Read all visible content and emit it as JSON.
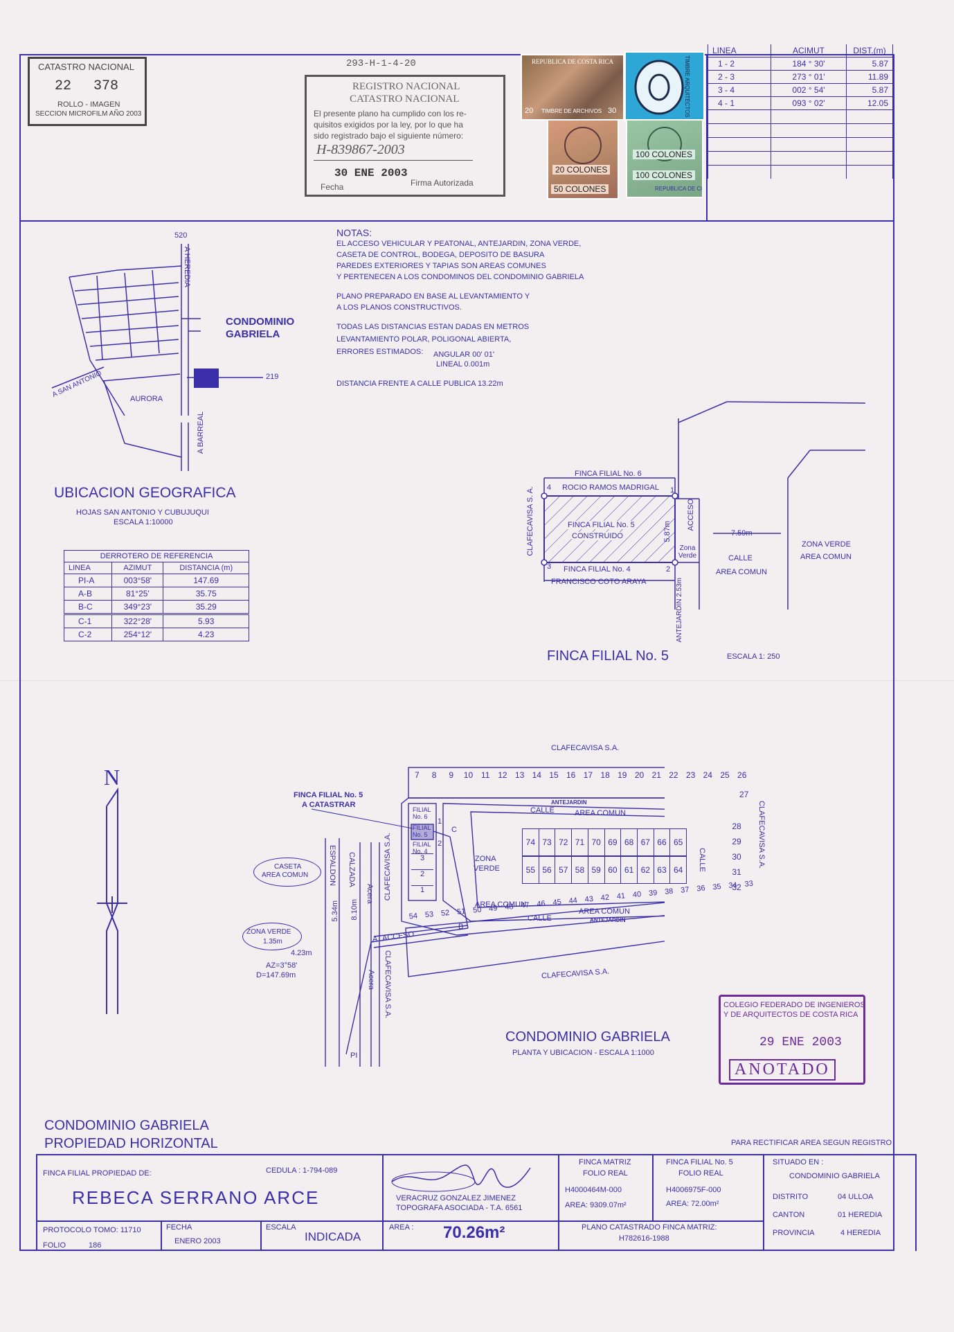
{
  "catastro": {
    "title": "CATASTRO NACIONAL",
    "number_left": "22",
    "number_right": "378",
    "rollo": "ROLLO - IMAGEN",
    "seccion": "SECCION MICROFILM AÑO 2003"
  },
  "registro_stamp": {
    "top_ref": "293-H-1-4-20",
    "line1": "REGISTRO NACIONAL",
    "line2": "CATASTRO NACIONAL",
    "body": [
      "El presente plano ha cumplido con los re-",
      "quisitos exigidos por la ley, por lo que ha",
      "sido registrado bajo el siguiente número:"
    ],
    "reg_number": "H-839867-2003",
    "date": "30 ENE 2003",
    "fecha_label": "Fecha",
    "firma_label": "Firma Autorizada"
  },
  "timbres": {
    "t1_title": "REPUBLICA DE COSTA RICA",
    "t1_sub": "TIMBRE DE ARCHIVOS",
    "t1_left": "20",
    "t1_right": "30",
    "t2_text": "TIMBRE ARQUITECTOS 50 COLONES",
    "t3_value": "20 COLONES",
    "t3_value2": "50 COLONES",
    "t4_value": "100 COLONES",
    "t4_value2": "100 COLONES",
    "t4_text": "REPUBLICA DE COSTA RICA"
  },
  "linea_table": {
    "headers": [
      "LINEA",
      "ACIMUT",
      "DIST.(m)"
    ],
    "rows": [
      [
        "1 - 2",
        "184 ° 30'",
        "5.87"
      ],
      [
        "2 - 3",
        "273 ° 01'",
        "11.89"
      ],
      [
        "3 - 4",
        "002 ° 54'",
        "5.87"
      ],
      [
        "4 - 1",
        "093 ° 02'",
        "12.05"
      ],
      [
        "",
        "",
        ""
      ],
      [
        "",
        "",
        ""
      ],
      [
        "",
        "",
        ""
      ],
      [
        "",
        "",
        ""
      ],
      [
        "",
        "",
        ""
      ]
    ]
  },
  "notas": {
    "title": "NOTAS:",
    "p1": [
      "EL ACCESO VEHICULAR Y PEATONAL, ANTEJARDIN, ZONA VERDE,",
      "CASETA DE CONTROL,   BODEGA, DEPOSITO DE BASURA",
      "PAREDES EXTERIORES Y TAPIAS SON AREAS COMUNES",
      "Y PERTENECEN A LOS CONDOMINOS DEL CONDOMINIO GABRIELA"
    ],
    "p2": [
      "PLANO PREPARADO EN BASE AL LEVANTAMIENTO Y",
      "A LOS PLANOS CONSTRUCTIVOS."
    ],
    "p3": [
      "TODAS LAS DISTANCIAS ESTAN DADAS EN METROS",
      "LEVANTAMIENTO POLAR, POLIGONAL ABIERTA,"
    ],
    "errores_label": "ERRORES ESTIMADOS:",
    "angular": "ANGULAR 00' 01'",
    "lineal": "LINEAL 0.001m",
    "p4": "DISTANCIA FRENTE A CALLE PUBLICA 13.22m"
  },
  "ubicacion": {
    "n520": "520",
    "heredia": "A HEREDIA",
    "condominio": "CONDOMINIO",
    "gabriela": "GABRIELA",
    "n219": "219",
    "san_antonio": "A SAN ANTONIO",
    "aurora": "AURORA",
    "barreal": "A BARREAL",
    "title": "UBICACION GEOGRAFICA",
    "hojas": "HOJAS SAN ANTONIO Y CUBUJUQUI",
    "escala": "ESCALA 1:10000"
  },
  "derrotero": {
    "title": "DERROTERO DE REFERENCIA",
    "headers": [
      "LINEA",
      "AZIMUT",
      "DISTANCIA (m)"
    ],
    "rows": [
      [
        "PI-A",
        "003°58'",
        "147.69"
      ],
      [
        "A-B",
        "81°25'",
        "35.75"
      ],
      [
        "B-C",
        "349°23'",
        "35.29"
      ],
      [
        "C-1",
        "322°28'",
        "5.93"
      ],
      [
        "C-2",
        "254°12'",
        "4.23"
      ]
    ]
  },
  "finca_filial": {
    "f6_line1": "FINCA FILIAL No. 6",
    "f6_line2": "ROCIO RAMOS MADRIGAL",
    "f5_line1": "FINCA FILIAL No. 5",
    "f5_line2": "CONSTRUIDO",
    "f4_line1": "FINCA FILIAL No. 4",
    "f4_line2": "FRANCISCO COTO ARAYA",
    "clafecavisa": "CLAFECAVISA S. A.",
    "d587": "5.87m",
    "acceso": "ACCESO",
    "zona_verde": "Zona Verde",
    "antejardin": "ANTEJARDIN 2.53m",
    "d759": "7.59m",
    "calle": "CALLE",
    "area_comun": "AREA COMUN",
    "zona_verde2": "ZONA VERDE",
    "area_comun2": "AREA COMUN",
    "p1": "1",
    "p2": "2",
    "p3": "3",
    "p4": "4",
    "title": "FINCA FILIAL No. 5",
    "escala": "ESCALA 1: 250"
  },
  "condominio_plan": {
    "clafecavisa_top": "CLAFECAVISA S.A.",
    "top_lots": [
      "7",
      "8",
      "9",
      "10",
      "11",
      "12",
      "13",
      "14",
      "15",
      "16",
      "17",
      "18",
      "19",
      "20",
      "21",
      "22",
      "23",
      "24",
      "25",
      "26"
    ],
    "lot27": "27",
    "right_lots": [
      "28",
      "29",
      "30",
      "31",
      "32"
    ],
    "row_upper": [
      "74",
      "73",
      "72",
      "71",
      "70",
      "69",
      "68",
      "67",
      "66",
      "65"
    ],
    "row_lower": [
      "55",
      "56",
      "57",
      "58",
      "59",
      "60",
      "61",
      "62",
      "63",
      "64"
    ],
    "bottom_lots": [
      "54",
      "53",
      "52",
      "51",
      "50",
      "49",
      "48",
      "47",
      "46",
      "45",
      "44",
      "43",
      "42",
      "41",
      "40",
      "39",
      "38",
      "37",
      "36",
      "35",
      "34",
      "33"
    ],
    "left_lots": [
      "3",
      "2",
      "1"
    ],
    "filial6": "FILIAL No. 6",
    "filial5": "FILIAL No. 5",
    "filial4": "FILIAL No. 4",
    "finca_catastrar1": "FINCA FILIAL No. 5",
    "finca_catastrar2": "A CATASTRAR",
    "antejardin_top": "ANTEJARDIN",
    "calle_top": "CALLE",
    "area_comun_top": "AREA COMUN",
    "zona_verde": "ZONA",
    "zona_verde2": "VERDE",
    "calle_right": "CALLE",
    "area_comun_bl": "AREA COMUN",
    "calle_bottom": "CALLE",
    "area_comun_bottom": "AREA COMUN",
    "antejardin_bottom": "ANTEJARDIN",
    "clafecavisa_right": "CLAFECAVISA S.A.",
    "clafecavisa_bottom": "CLAFECAVISA S.A.",
    "clafecavisa_left": "CLAFECAVISA S.A.",
    "clafecavisa_vert": "CLAFECAVISA S.A.",
    "espaldon": "ESPALDON",
    "calzada": "CALZADA",
    "acera": "Acera",
    "acera2": "Acera",
    "d534": "5.34m",
    "d810": "8.10m",
    "caseta1": "CASETA",
    "caseta2": "AREA COMUN",
    "zv1": "ZONA VERDE",
    "zv2": "1.35m",
    "d423": "4.23m",
    "az": "AZ=3°58'",
    "dist": "D=147.69m",
    "acceso": "ACCESO",
    "pA": "A",
    "pB": "B",
    "pC": "C",
    "pPI": "PI",
    "c1": "1",
    "c2": "2",
    "north": "N",
    "title": "CONDOMINIO GABRIELA",
    "subtitle": "PLANTA Y UBICACION  -  ESCALA 1:1000"
  },
  "colegio_stamp": {
    "line1": "COLEGIO FEDERADO DE INGENIEROS",
    "line2": "Y DE ARQUITECTOS DE COSTA RICA",
    "date": "29 ENE 2003",
    "anotado": "ANOTADO"
  },
  "title_block": {
    "name1": "CONDOMINIO GABRIELA",
    "name2": "PROPIEDAD HORIZONTAL",
    "rectificar": "PARA RECTIFICAR AREA SEGUN REGISTRO",
    "propiedad_label": "FINCA FILIAL PROPIEDAD DE:",
    "cedula": "CEDULA : 1-794-089",
    "owner": "REBECA SERRANO ARCE",
    "topo1": "VERACRUZ GONZALEZ JIMENEZ",
    "topo2": "TOPOGRAFA ASOCIADA  -  T.A. 6561",
    "matriz_title1": "FINCA MATRIZ",
    "matriz_title2": "FOLIO REAL",
    "matriz_folio": "H4000464M-000",
    "matriz_area": "AREA: 9309.07m²",
    "filial_title1": "FINCA FILIAL No. 5",
    "filial_title2": "FOLIO REAL",
    "filial_folio": "H4006975F-000",
    "filial_area": "AREA: 72.00m²",
    "situado_label": "SITUADO EN :",
    "situado": "CONDOMINIO GABRIELA",
    "distrito_label": "DISTRITO",
    "distrito": "04 ULLOA",
    "canton_label": "CANTON",
    "canton": "01 HEREDIA",
    "provincia_label": "PROVINCIA",
    "provincia": "4 HEREDIA",
    "protocolo": "PROTOCOLO TOMO: 11710",
    "folio_label": "FOLIO",
    "folio": "186",
    "fecha_label": "FECHA",
    "fecha": "ENERO 2003",
    "escala_label": "ESCALA",
    "escala": "INDICADA",
    "area_label": "AREA :",
    "area": "70.26m²",
    "plano_label": "PLANO CATASTRADO FINCA MATRIZ:",
    "plano": "H782616-1988"
  },
  "colors": {
    "ink": "#3a2fa8",
    "stamp_purple": "#6a2a9a",
    "paper": "#f3eef0"
  }
}
